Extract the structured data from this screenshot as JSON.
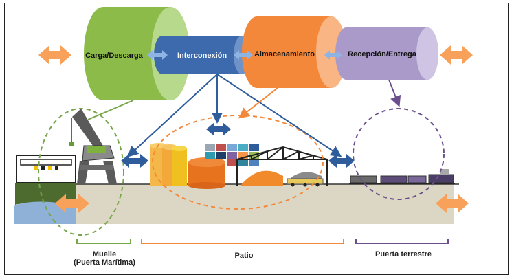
{
  "stages": [
    {
      "label": "Carga/Descarga",
      "color": "#8dbb4a"
    },
    {
      "label": "Interconexión",
      "color": "#3c6aad"
    },
    {
      "label": "Almacenamiento",
      "color": "#f4883a"
    },
    {
      "label": "Recepción/Entrega",
      "color": "#a99ac9"
    }
  ],
  "zones": [
    {
      "label": "Muelle",
      "sublabel": "(Puerta Marítima)",
      "color": "#77a64a"
    },
    {
      "label": "Patio",
      "color": "#f4883a"
    },
    {
      "label": "Puerta terrestre",
      "color": "#6b4f8c"
    }
  ],
  "colors": {
    "arrow_orange": "#f7a15a",
    "arrow_blue": "#2f5d9c",
    "ground": "#dcd6c4",
    "water": "#8fb1d8"
  }
}
